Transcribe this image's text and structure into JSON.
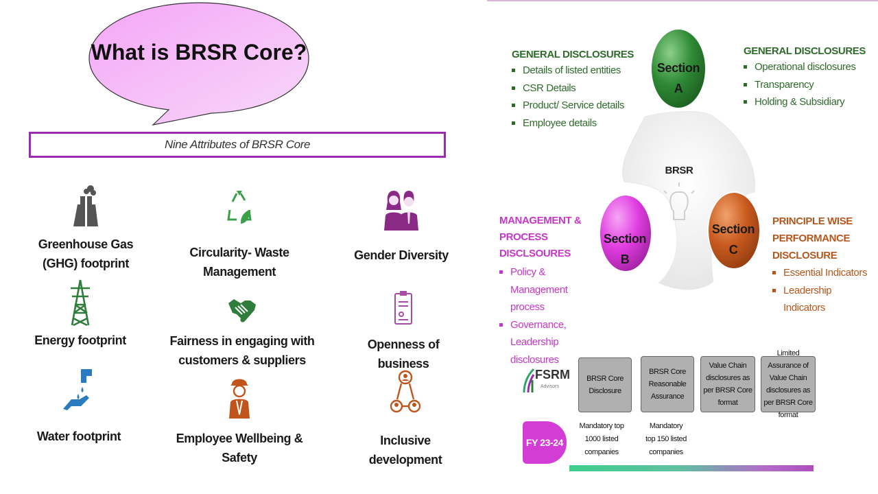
{
  "left": {
    "title": "What is BRSR Core?",
    "subtitle": "Nine Attributes of BRSR Core",
    "attributes": [
      {
        "label": "Greenhouse Gas (GHG) footprint",
        "icon": "factory-icon"
      },
      {
        "label": "Circularity- Waste Management",
        "icon": "recycle-icon"
      },
      {
        "label": "Gender Diversity",
        "icon": "people-icon"
      },
      {
        "label": "Energy footprint",
        "icon": "power-tower-icon"
      },
      {
        "label": "Fairness in engaging with  customers & suppliers",
        "icon": "handshake-icon"
      },
      {
        "label": "Openness of business",
        "icon": "clipboard-icon"
      },
      {
        "label": "Water footprint",
        "icon": "water-tap-icon"
      },
      {
        "label": "Employee Wellbeing & Safety",
        "icon": "worker-icon"
      },
      {
        "label": "Inclusive development",
        "icon": "network-people-icon"
      }
    ]
  },
  "right": {
    "center_label": "BRSR",
    "section_a": {
      "label_1": "Section",
      "label_2": "A",
      "left_heading": "GENERAL DISCLOSURES",
      "left_items": [
        "Details of listed entities",
        "CSR Details",
        "Product/ Service details",
        "Employee details"
      ],
      "right_heading": "GENERAL DISCLOSURES",
      "right_items": [
        "Operational disclosures",
        "Transparency",
        "Holding & Subsidiary"
      ]
    },
    "section_b": {
      "label_1": "Section",
      "label_2": "B",
      "heading_1": "MANAGEMENT &",
      "heading_2": "PROCESS DISCLSOURES",
      "items": [
        "Policy & Management process",
        "Governance, Leadership disclosures"
      ]
    },
    "section_c": {
      "label_1": "Section",
      "label_2": "C",
      "heading_1": "PRINCIPLE WISE",
      "heading_2": "PERFORMANCE",
      "heading_3": "DISCLOSURE",
      "items": [
        "Essential Indicators",
        "Leadership Indicators"
      ]
    },
    "timeline": {
      "logo_text": "FSRM",
      "logo_sub": "Advisors",
      "fy_label": "FY 23-24",
      "boxes": [
        "BRSR Core Disclosure",
        "BRSR Core Reasonable Assurance",
        "Value Chain disclosures as per BRSR Core format",
        "Limited Assurance of Value Chain disclosures as per BRSR Core format"
      ],
      "mandates": [
        "Mandatory top 1000 listed companies",
        "Mandatory top 150 listed companies"
      ]
    },
    "colors": {
      "green": "#2e6b2b",
      "magenta": "#c636c9",
      "rust": "#b5571c"
    }
  }
}
